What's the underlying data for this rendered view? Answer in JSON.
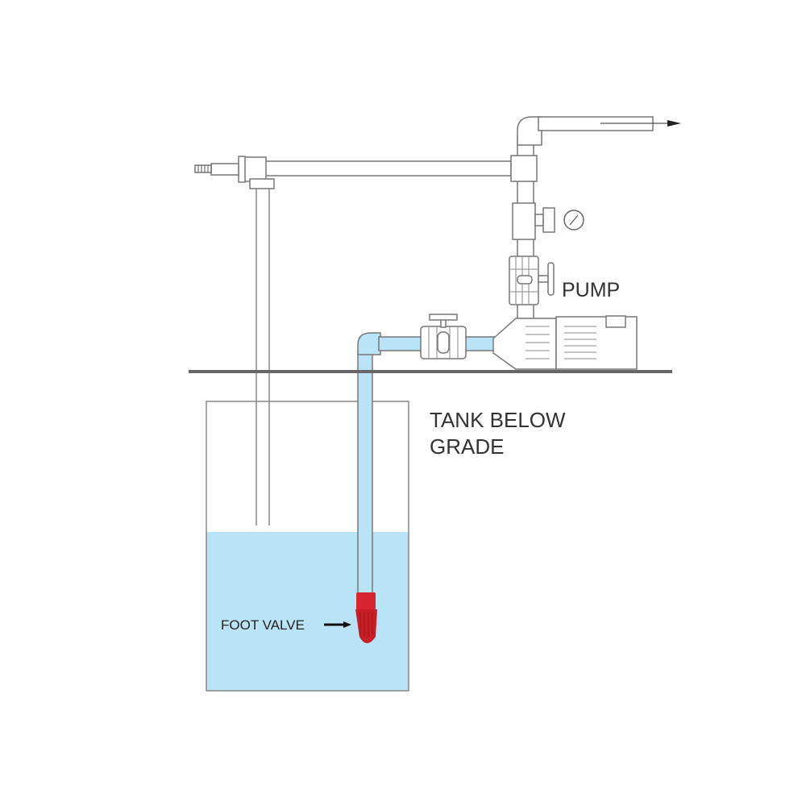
{
  "labels": {
    "pump": "PUMP",
    "tank_line1": "TANK BELOW",
    "tank_line2": "GRADE",
    "foot_valve": "FOOT VALVE"
  },
  "colors": {
    "water": "#b9e4f7",
    "foot_valve": "#d9262e",
    "ground": "#666666"
  }
}
